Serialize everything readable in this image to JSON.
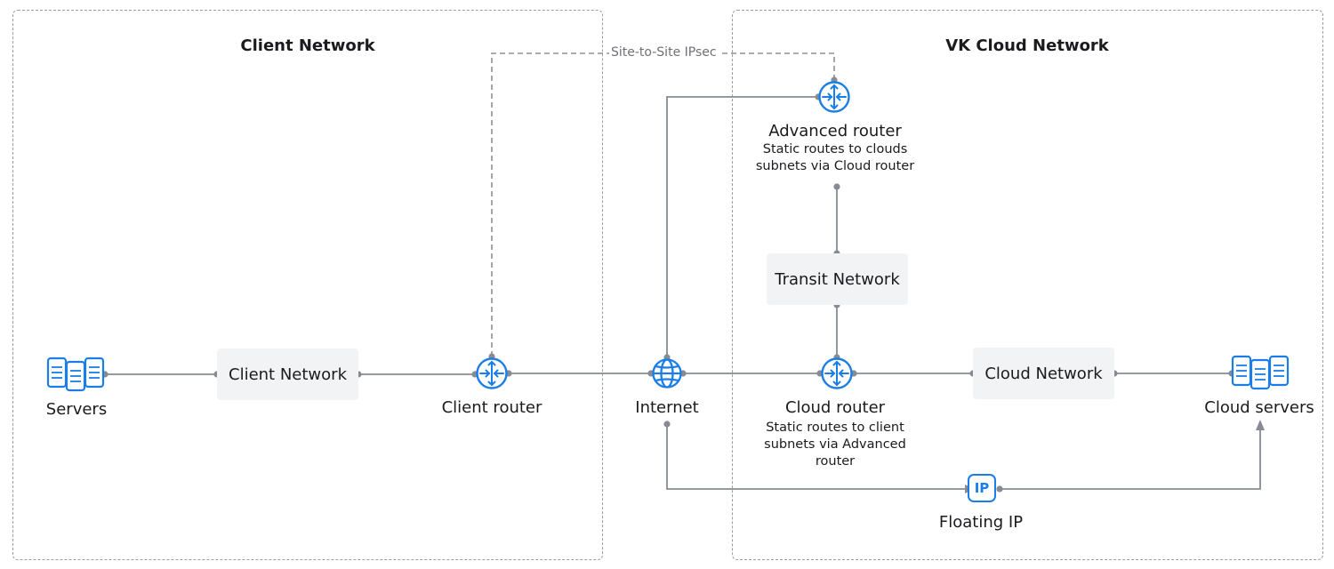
{
  "zones": {
    "client": {
      "title": "Client Network"
    },
    "cloud": {
      "title": "VK Cloud Network"
    }
  },
  "nodes": {
    "servers": {
      "label": "Servers",
      "icon": "servers-icon"
    },
    "client_network": {
      "label": "Client Network"
    },
    "client_router": {
      "label": "Client router",
      "icon": "router-icon"
    },
    "internet": {
      "label": "Internet",
      "icon": "globe-icon"
    },
    "advanced_router": {
      "label": "Advanced router",
      "note": "Static routes to clouds subnets via Cloud router",
      "icon": "router-icon"
    },
    "transit_network": {
      "label": "Transit Network"
    },
    "cloud_router": {
      "label": "Cloud router",
      "note": "Static routes to client subnets via Advanced router",
      "icon": "router-icon"
    },
    "cloud_network": {
      "label": "Cloud Network"
    },
    "cloud_servers": {
      "label": "Cloud servers",
      "icon": "servers-icon"
    },
    "floating_ip": {
      "label": "Floating IP",
      "icon": "ip-icon",
      "icon_text": "IP"
    }
  },
  "links": {
    "ipsec": {
      "label": "Site-to-Site IPsec"
    }
  },
  "colors": {
    "icon": "#1a7ee6",
    "line": "#878b93",
    "dashed": "#8e9096",
    "box": "#f2f3f5"
  }
}
